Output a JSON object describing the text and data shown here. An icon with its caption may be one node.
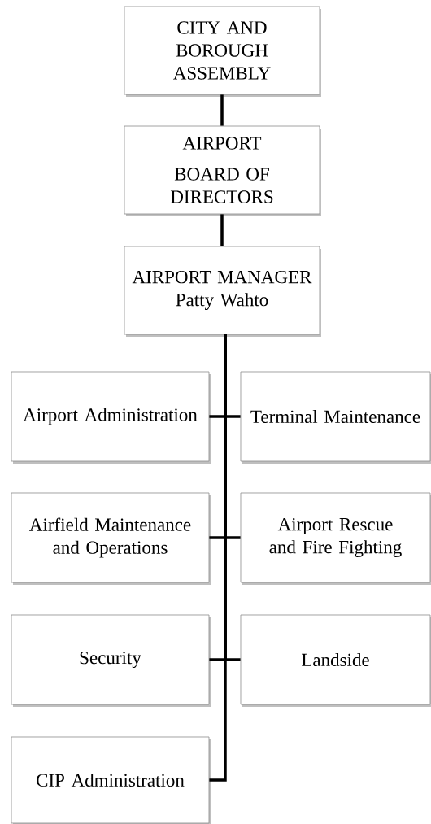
{
  "diagram": {
    "nodes": [
      {
        "text": [
          "CITY AND BOROUGH ASSEMBLY"
        ]
      },
      {
        "text": [
          "AIRPORT",
          "BOARD OF DIRECTORS"
        ]
      },
      {
        "text": [
          "AIRPORT MANAGER Patty Wahto"
        ]
      },
      {
        "text": [
          "Airport Administration"
        ]
      },
      {
        "text": [
          "Terminal Maintenance"
        ]
      },
      {
        "text": [
          "Airfield Maintenance and Operations"
        ]
      },
      {
        "text": [
          "Airport Rescue and Fire Fighting"
        ]
      },
      {
        "text": [
          "Security"
        ]
      },
      {
        "text": [
          "Landside"
        ]
      },
      {
        "text": [
          "CIP Administration"
        ]
      }
    ],
    "edges": [
      {
        "from": 0,
        "to": 1,
        "arrow": "none"
      },
      {
        "from": 1,
        "to": 2,
        "arrow": "none"
      },
      {
        "from": 2,
        "to": 3,
        "arrow": "none"
      },
      {
        "from": 2,
        "to": 4,
        "arrow": "none"
      },
      {
        "from": 2,
        "to": 5,
        "arrow": "none"
      },
      {
        "from": 2,
        "to": 6,
        "arrow": "none"
      },
      {
        "from": 2,
        "to": 7,
        "arrow": "none"
      },
      {
        "from": 2,
        "to": 8,
        "arrow": "none"
      },
      {
        "from": 2,
        "to": 9,
        "arrow": "none"
      }
    ]
  }
}
